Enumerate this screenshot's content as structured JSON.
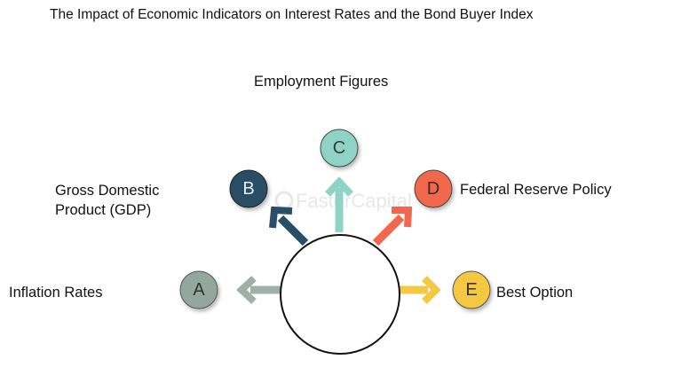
{
  "title": "The Impact of Economic Indicators on Interest Rates and the Bond Buyer Index",
  "watermark": "FasterCapital",
  "nodes": [
    {
      "letter": "A",
      "label": "Inflation Rates",
      "color": "#94a79d"
    },
    {
      "letter": "B",
      "label": "Gross Domestic Product (GDP)",
      "color": "#2a4e66"
    },
    {
      "letter": "C",
      "label": "Employment Figures",
      "color": "#8fd3c6"
    },
    {
      "letter": "D",
      "label": "Federal Reserve Policy",
      "color": "#f2674d"
    },
    {
      "letter": "E",
      "label": "Best Option",
      "color": "#f5c842"
    }
  ]
}
